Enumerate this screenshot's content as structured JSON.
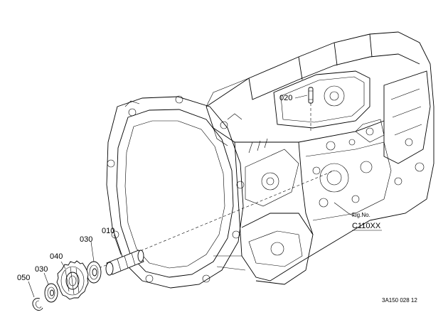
{
  "callouts": {
    "p010": "010",
    "p020": "020",
    "p030a": "030",
    "p030b": "030",
    "p040": "040",
    "p050": "050"
  },
  "figure": {
    "label": "Fig.No.",
    "number": "C110XX"
  },
  "drawing_code": "3A150 028 12"
}
